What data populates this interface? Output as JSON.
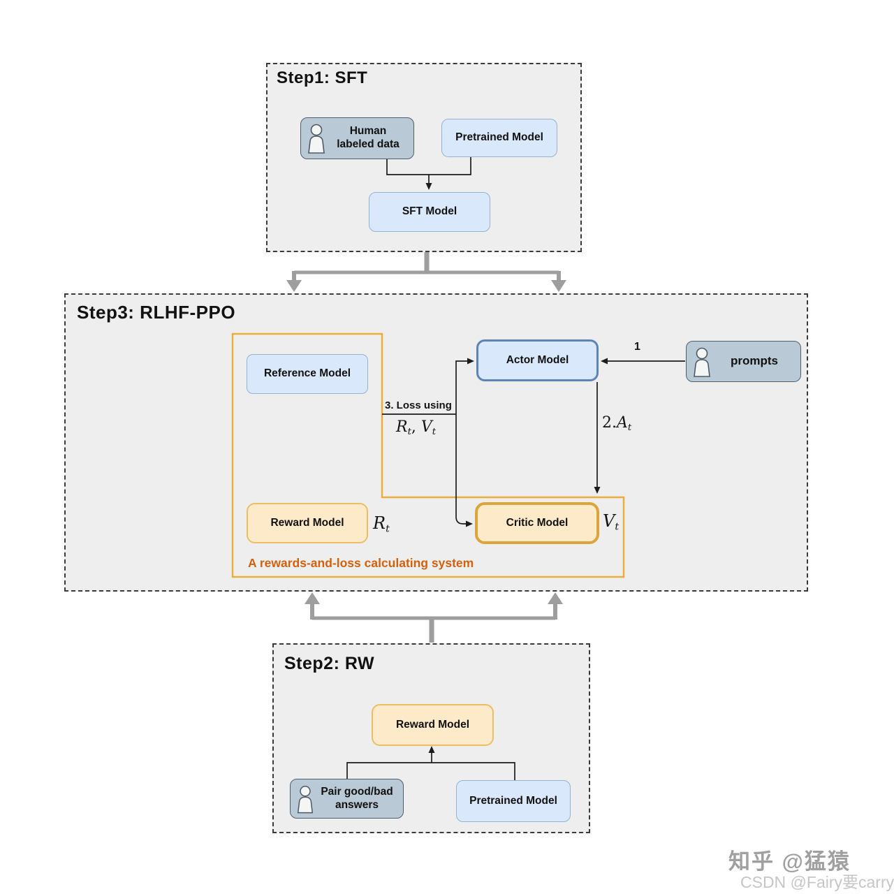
{
  "step1": {
    "title": "Step1: SFT",
    "human_label": "Human labeled data",
    "pretrained_label": "Pretrained Model",
    "sft_label": "SFT Model"
  },
  "step3": {
    "title": "Step3: RLHF-PPO",
    "reference_label": "Reference Model",
    "actor_label": "Actor Model",
    "prompts_label": "prompts",
    "reward_label": "Reward Model",
    "critic_label": "Critic Model",
    "caption": "A rewards-and-loss calculating system",
    "labels": {
      "loss_title": "3. Loss using",
      "one": "1",
      "r": "R",
      "v": "V",
      "a": "A",
      "adv_prefix": "2.",
      "sub": "t",
      "comma": ", "
    }
  },
  "step2": {
    "title": "Step2: RW",
    "reward_label": "Reward Model",
    "pair_label": "Pair good/bad answers",
    "pretrained_label": "Pretrained Model"
  },
  "watermarks": {
    "zhihu": "知乎 @猛猿",
    "csdn": "CSDN @Fairy要carry"
  },
  "colors": {
    "container_fill": "#EEEEEE",
    "dashed_border": "#3A3A3A",
    "node_blue_fill": "#D9E8FA",
    "node_blue_border": "#93B2D4",
    "actor_border": "#5D84B4",
    "gray_node_fill": "#B9CAD6",
    "gray_node_border": "#4F5F6A",
    "orange_node_fill": "#FDEAC9",
    "reward_border": "#EDBD64",
    "critic_border": "#DDA43C",
    "accent_orange": "#E9AE3D",
    "caption_orange": "#D2610E",
    "connector_gray": "#9E9E9E",
    "line_black": "#1C1C1C"
  }
}
